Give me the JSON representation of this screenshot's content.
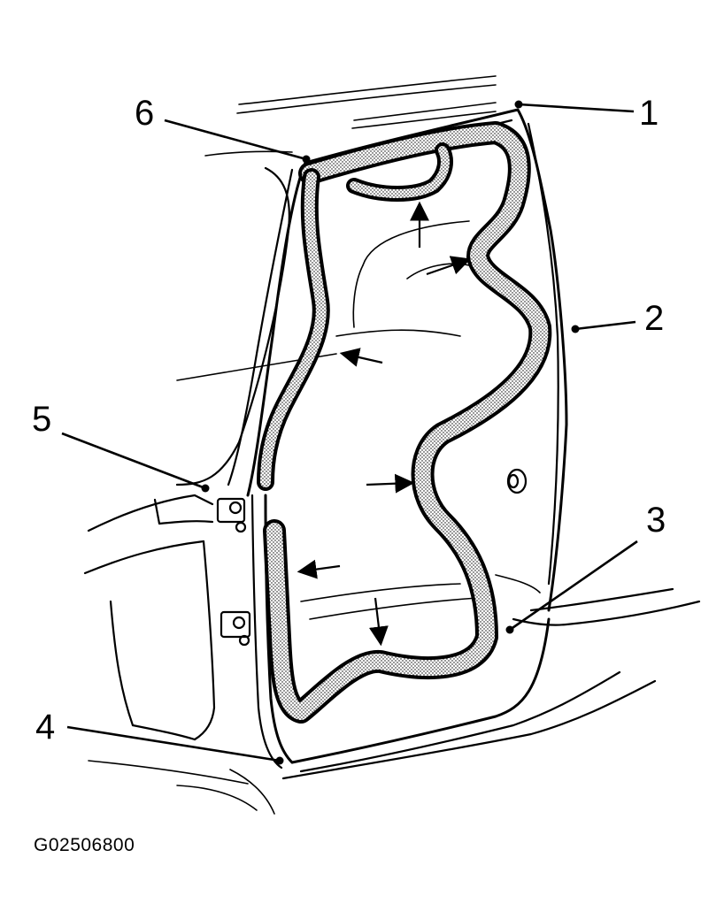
{
  "figure": {
    "code": "G02506800",
    "callouts": [
      "1",
      "2",
      "3",
      "4",
      "5",
      "6"
    ]
  }
}
